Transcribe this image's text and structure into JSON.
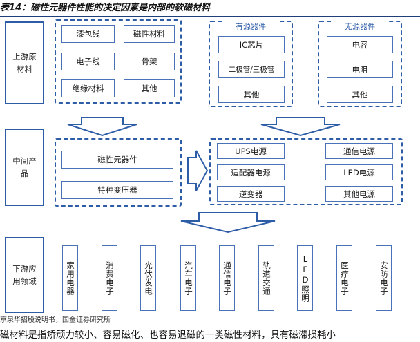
{
  "title": "表14：磁性元器件性能的决定因素是内部的软磁材料",
  "stages": {
    "upstream": "上游原材料",
    "midstream": "中间产品",
    "downstream": "下游应用领域"
  },
  "upstream": {
    "materials": [
      "漆包线",
      "磁性材料",
      "电子线",
      "骨架",
      "绝缘材料",
      "其他"
    ],
    "active": {
      "title": "有源器件",
      "items": [
        "IC芯片",
        "二极管/三极管",
        "其他"
      ]
    },
    "passive": {
      "title": "无源器件",
      "items": [
        "电容",
        "电阻",
        "其他"
      ]
    }
  },
  "midstream": {
    "products": [
      "磁性元器件",
      "特种变压器"
    ],
    "power_supplies": [
      "UPS电源",
      "通信电源",
      "适配器电源",
      "LED电源",
      "逆变器",
      "其他电源"
    ]
  },
  "downstream": {
    "fields": [
      "家用电器",
      "消费电子",
      "光伏发电",
      "汽车电子",
      "通信电子",
      "轨道交通",
      "LED照明",
      "医疗电子",
      "安防电子"
    ]
  },
  "source": "京泉华招股说明书，国金证券研究所",
  "body_text": "磁材料是指矫顽力较小、容易磁化、也容易退磁的一类磁性材料，具有磁滞损耗小"
}
